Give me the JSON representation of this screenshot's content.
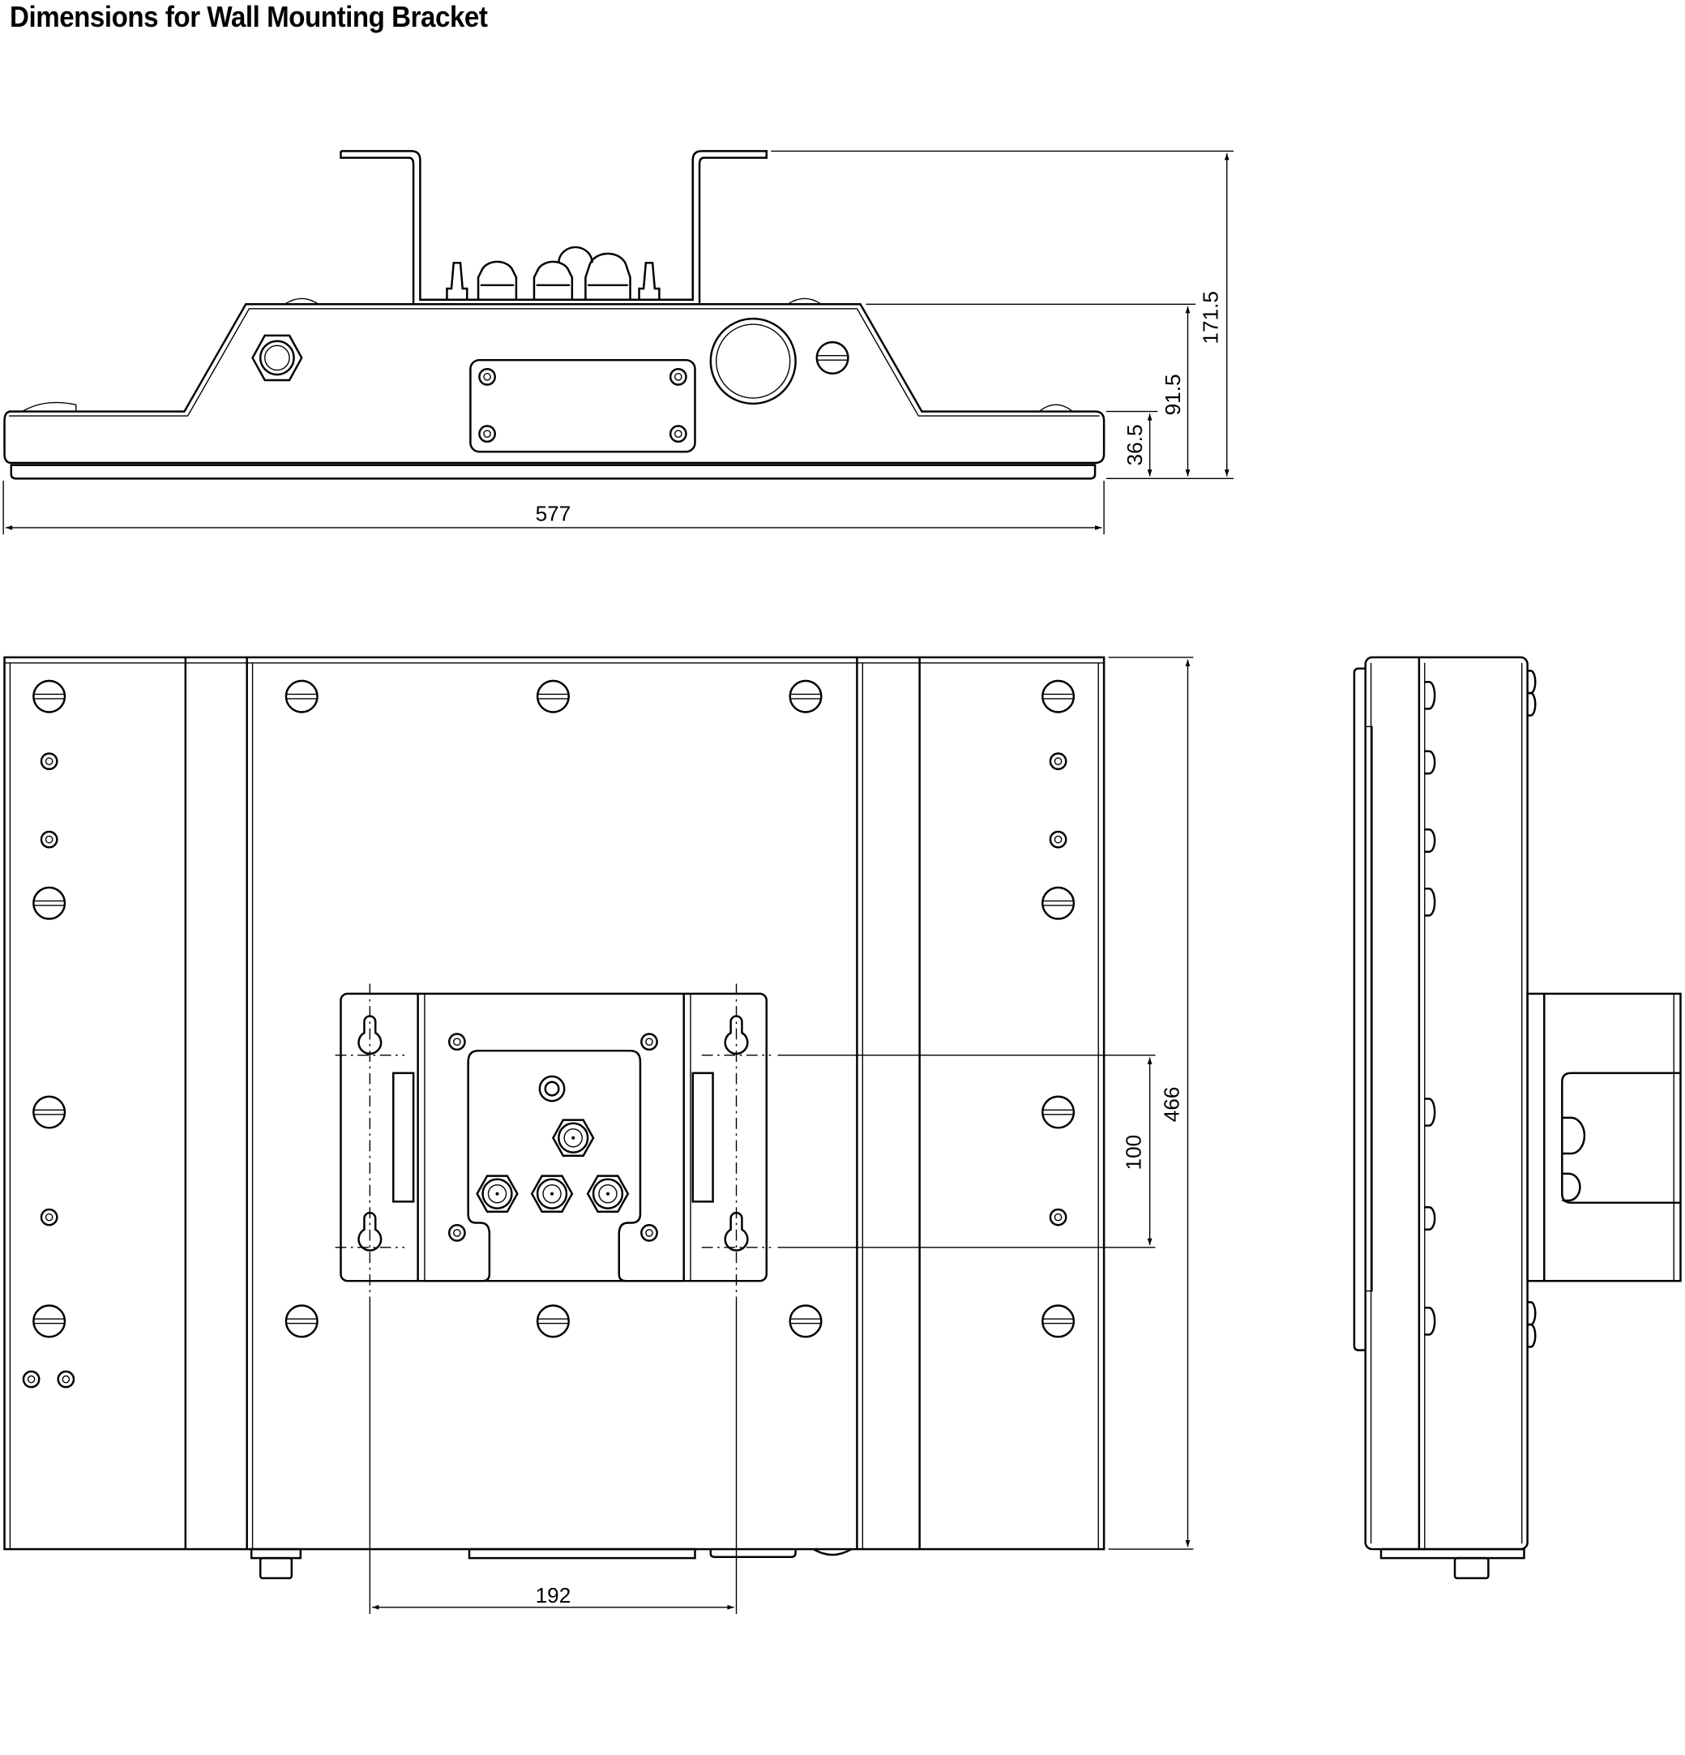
{
  "title": "Dimensions for Wall Mounting Bracket",
  "dimensions": {
    "top_width": "577",
    "total_height": "171.5",
    "body_height": "91.5",
    "base_height": "36.5",
    "front_height": "466",
    "hole_vertical_spacing": "100",
    "hole_horizontal_spacing": "192"
  },
  "colors": {
    "line": "#000000",
    "background": "#ffffff"
  }
}
